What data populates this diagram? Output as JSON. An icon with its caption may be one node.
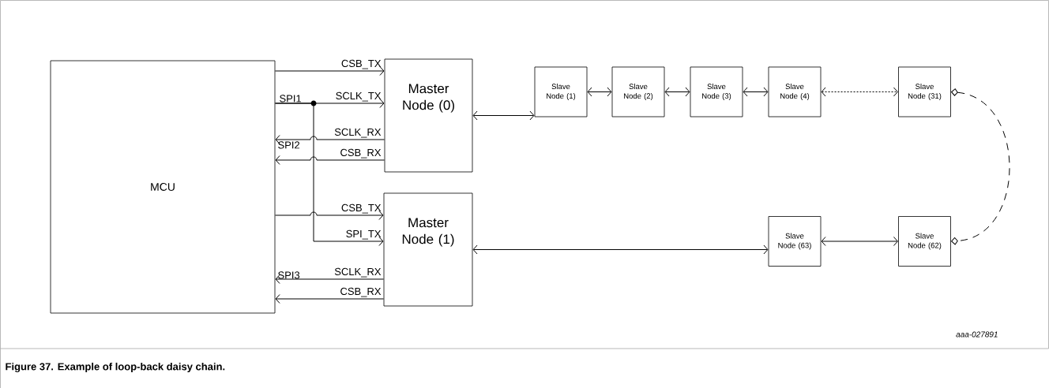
{
  "diagram": {
    "caption": "Figure 37.   Example of loop-back daisy chain.",
    "nodes": [
      {
        "text": [
          "MCU"
        ]
      },
      {
        "text": [
          "Master Node (0)"
        ]
      },
      {
        "text": [
          "Master Node (1)"
        ]
      },
      {
        "text": [
          "Slave Node (1)"
        ]
      },
      {
        "text": [
          "Slave Node (2)"
        ]
      },
      {
        "text": [
          "Slave Node (3)"
        ]
      },
      {
        "text": [
          "Slave Node (4)"
        ]
      },
      {
        "text": [
          "Slave Node (31)"
        ]
      },
      {
        "text": [
          "Slave Node (63)"
        ]
      },
      {
        "text": [
          "Slave Node (62)"
        ]
      }
    ],
    "edges": [
      {
        "from": 0,
        "to": 1,
        "arrow": "to",
        "label": "CSB_TX"
      },
      {
        "from": 0,
        "to": 1,
        "arrow": "to",
        "label": "SCLK_TX"
      },
      {
        "from": 1,
        "to": 0,
        "arrow": "to",
        "label": "SCLK_RX"
      },
      {
        "from": 1,
        "to": 0,
        "arrow": "to",
        "label": "CSB_RX"
      },
      {
        "from": 0,
        "to": 2,
        "arrow": "to",
        "label": "CSB_TX"
      },
      {
        "from": 0,
        "to": 2,
        "arrow": "to",
        "label": "SPI_TX"
      },
      {
        "from": 2,
        "to": 0,
        "arrow": "to",
        "label": "SCLK_RX"
      },
      {
        "from": 2,
        "to": 0,
        "arrow": "to",
        "label": "CSB_RX"
      },
      {
        "from": 1,
        "to": 3,
        "arrow": "both"
      },
      {
        "from": 3,
        "to": 4,
        "arrow": "both"
      },
      {
        "from": 4,
        "to": 5,
        "arrow": "both"
      },
      {
        "from": 5,
        "to": 6,
        "arrow": "both"
      },
      {
        "from": 6,
        "to": 7,
        "arrow": "both",
        "style": "dashed"
      },
      {
        "from": 7,
        "to": 9,
        "arrow": "other",
        "style": "dashed"
      },
      {
        "from": 8,
        "to": 9,
        "arrow": "both"
      },
      {
        "from": 2,
        "to": 8,
        "arrow": "both"
      }
    ],
    "labels": [
      "SPI1",
      "SPI2",
      "SPI3",
      "aaa-027891"
    ]
  }
}
